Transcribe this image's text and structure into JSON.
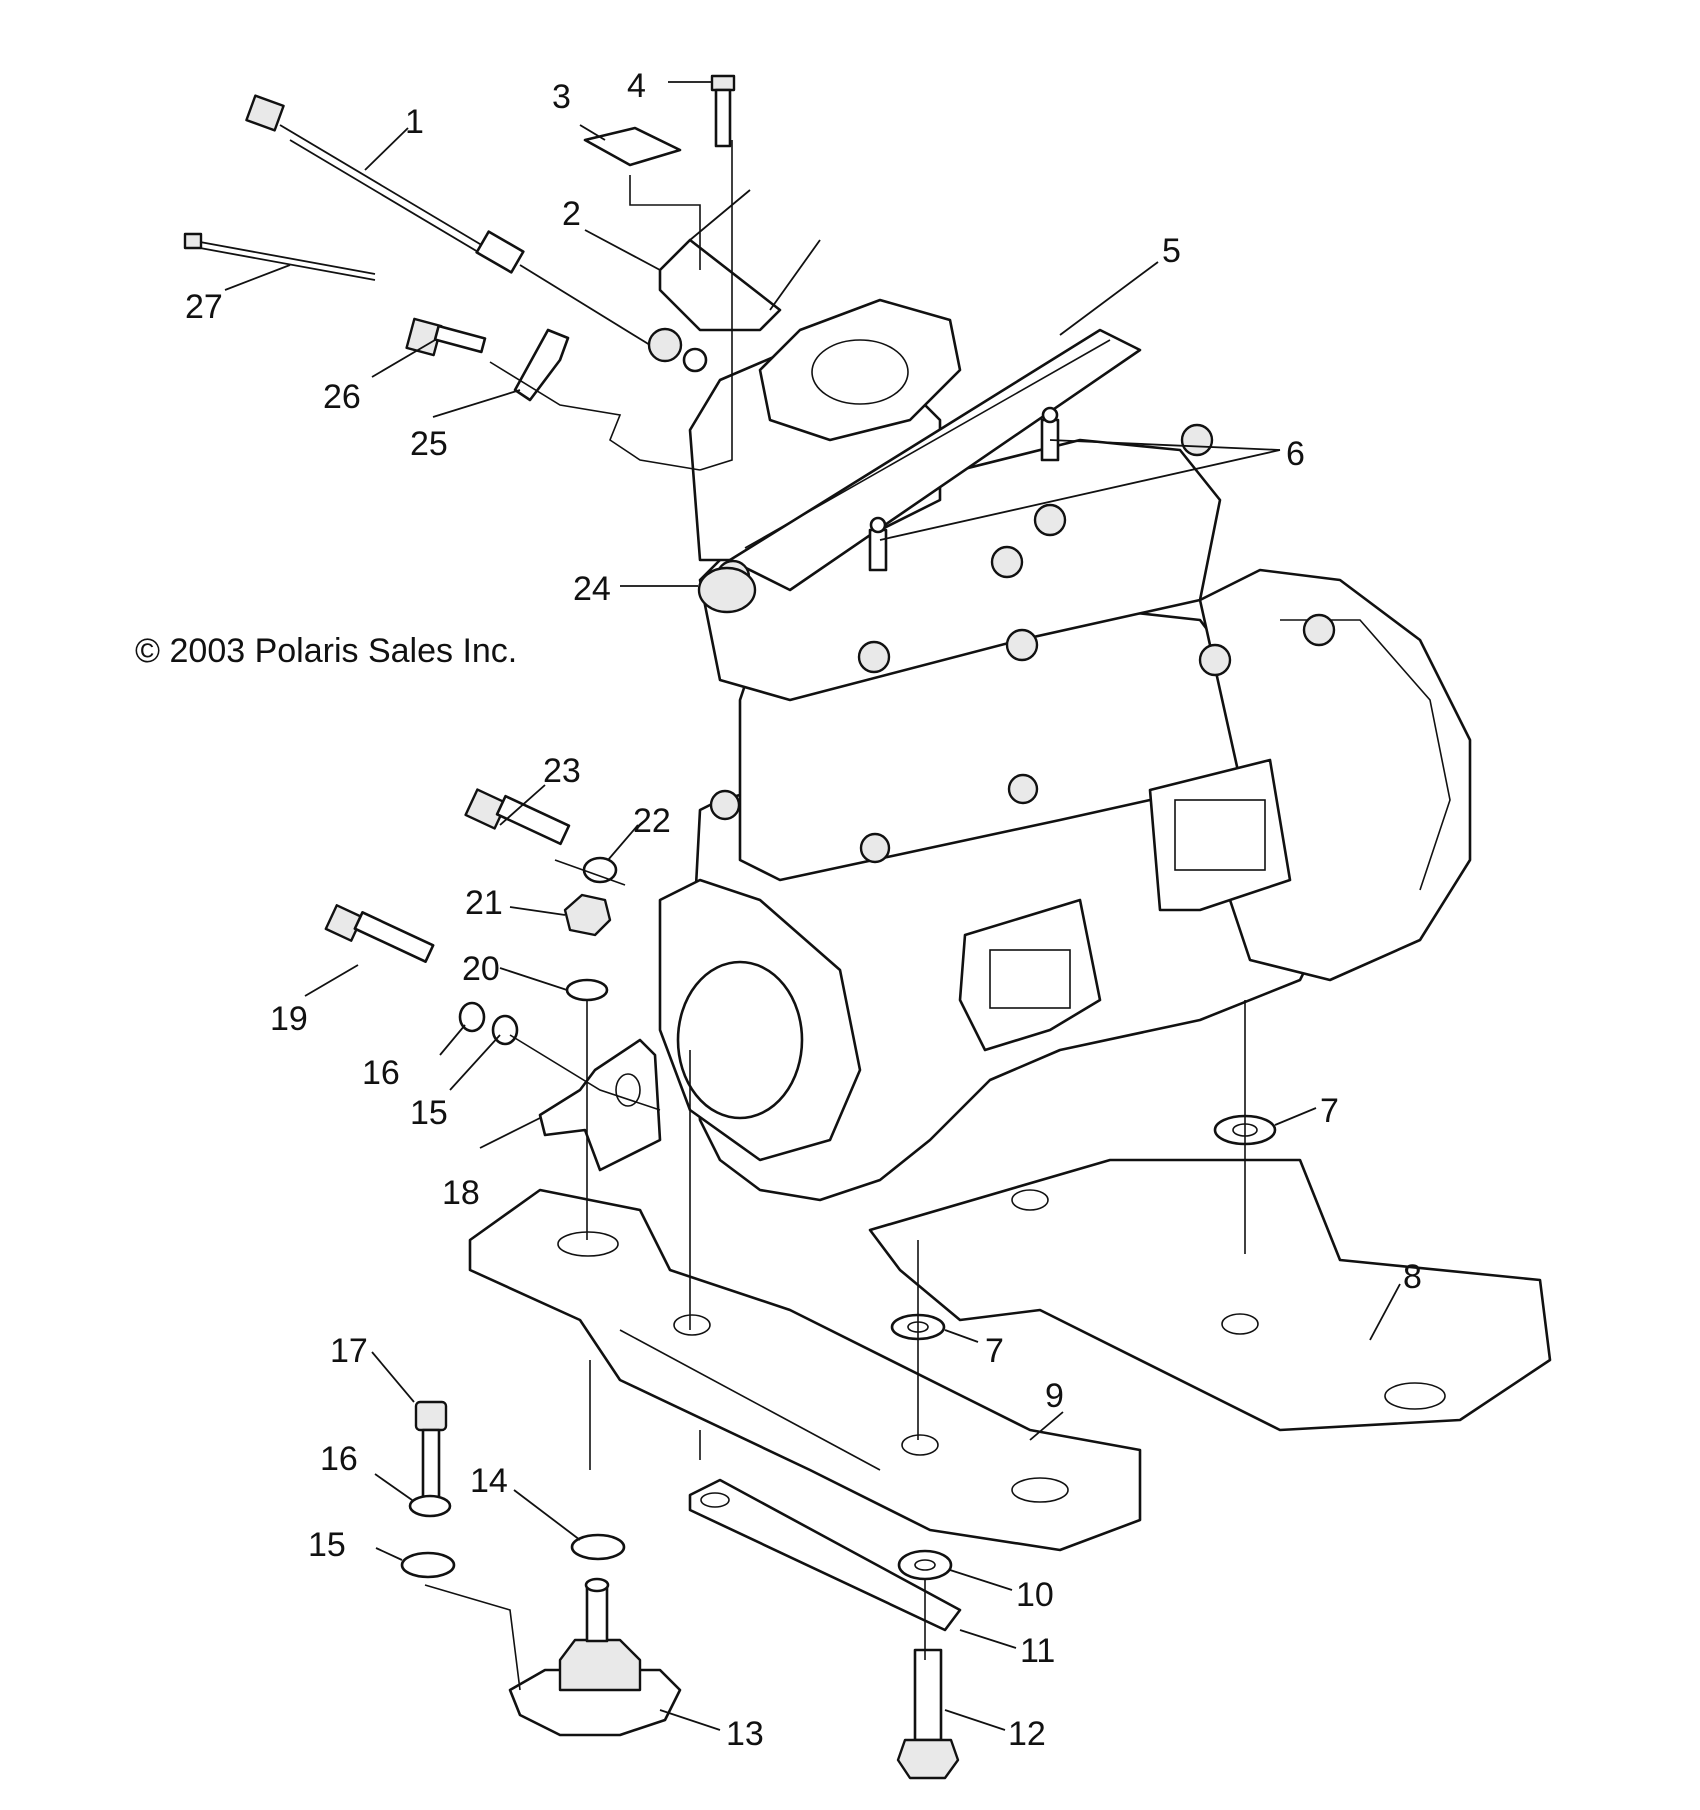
{
  "copyright": "© 2003 Polaris Sales Inc.",
  "callouts": [
    "1",
    "2",
    "3",
    "4",
    "5",
    "6",
    "24",
    "26",
    "25",
    "27",
    "7",
    "8",
    "9",
    "10",
    "11",
    "12",
    "13",
    "14",
    "15",
    "16",
    "17",
    "18",
    "19",
    "20",
    "21",
    "22",
    "23",
    "7",
    "15",
    "16"
  ]
}
